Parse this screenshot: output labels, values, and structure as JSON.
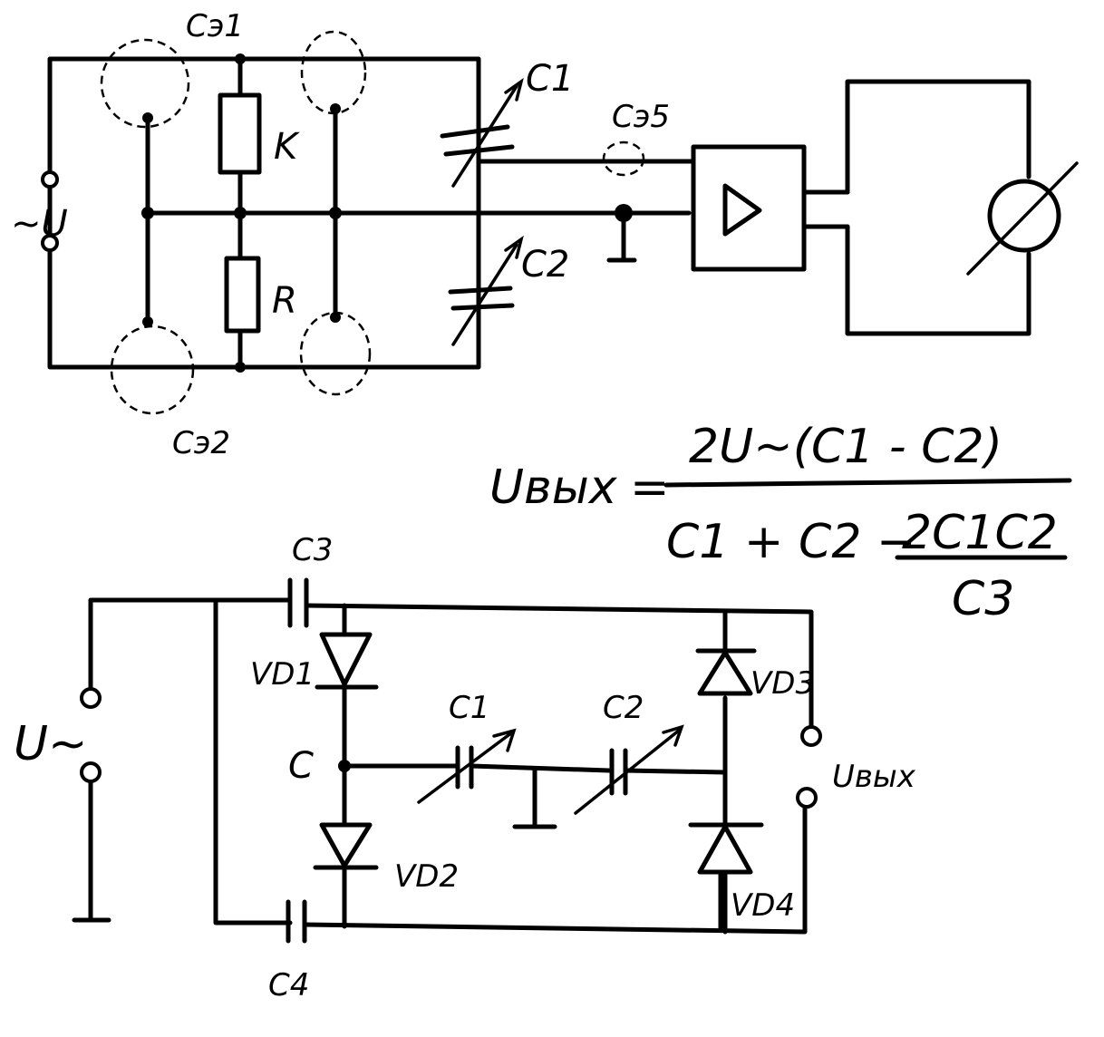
{
  "top_circuit": {
    "label_u": "~U",
    "label_c_e1": "Cэ1",
    "label_c_e2": "Cэ2",
    "label_c_e5": "Cэ5",
    "label_k": "K",
    "label_r": "R",
    "label_c1": "C1",
    "label_c2": "C2"
  },
  "formula": {
    "lhs": "Uвых",
    "eq": "=",
    "numerator": "2U~(C1 - C2)",
    "denominator_left": "C1 + C2  −",
    "inner_numerator": "2C1C2",
    "inner_denominator": "C3"
  },
  "bottom_circuit": {
    "label_u": "U~",
    "label_c3": "C3",
    "label_c4": "C4",
    "label_vd1": "VD1",
    "label_vd2": "VD2",
    "label_vd3": "VD3",
    "label_vd4": "VD4",
    "label_c": "C",
    "label_c1": "C1",
    "label_c2": "C2",
    "label_uout": "Uвых"
  }
}
